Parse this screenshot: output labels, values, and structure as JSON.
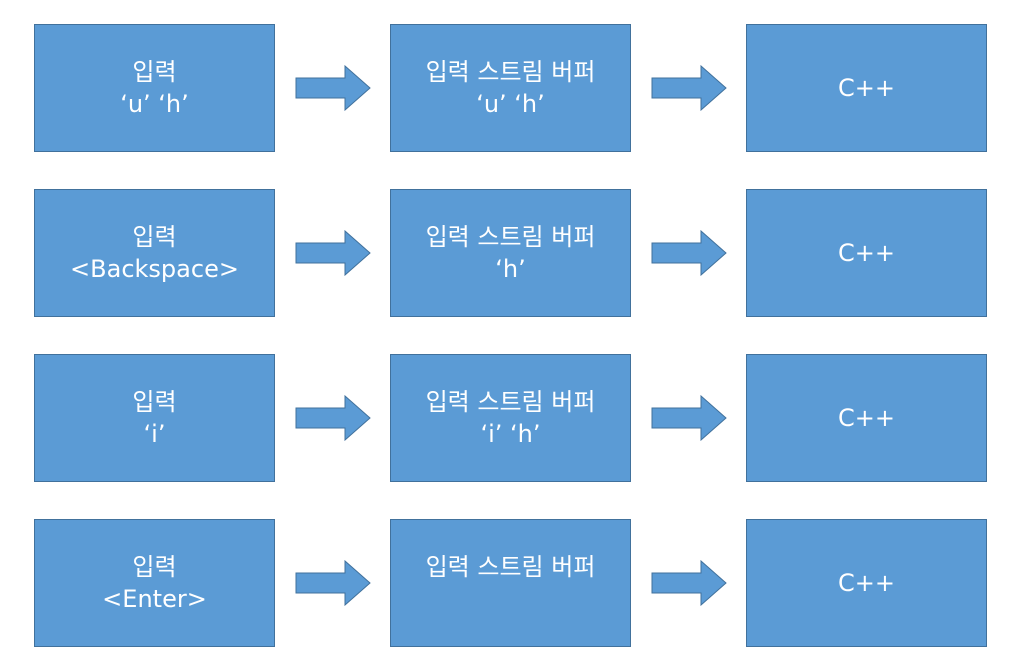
{
  "colors": {
    "box_fill": "#5b9bd5",
    "box_border": "#41719c",
    "text": "#ffffff"
  },
  "rows": [
    {
      "input": [
        "입력",
        "‘u’ ‘h’"
      ],
      "buffer": [
        "입력 스트림 버퍼",
        "‘u’ ‘h’"
      ],
      "program": "C++"
    },
    {
      "input": [
        "입력",
        "<Backspace>"
      ],
      "buffer": [
        "입력 스트림 버퍼",
        "‘h’"
      ],
      "program": "C++"
    },
    {
      "input": [
        "입력",
        "‘i’"
      ],
      "buffer": [
        "입력 스트림 버퍼",
        "‘i’ ‘h’"
      ],
      "program": "C++"
    },
    {
      "input": [
        "입력",
        "<Enter>"
      ],
      "buffer": [
        "입력 스트림 버퍼",
        ""
      ],
      "program": "C++"
    }
  ]
}
